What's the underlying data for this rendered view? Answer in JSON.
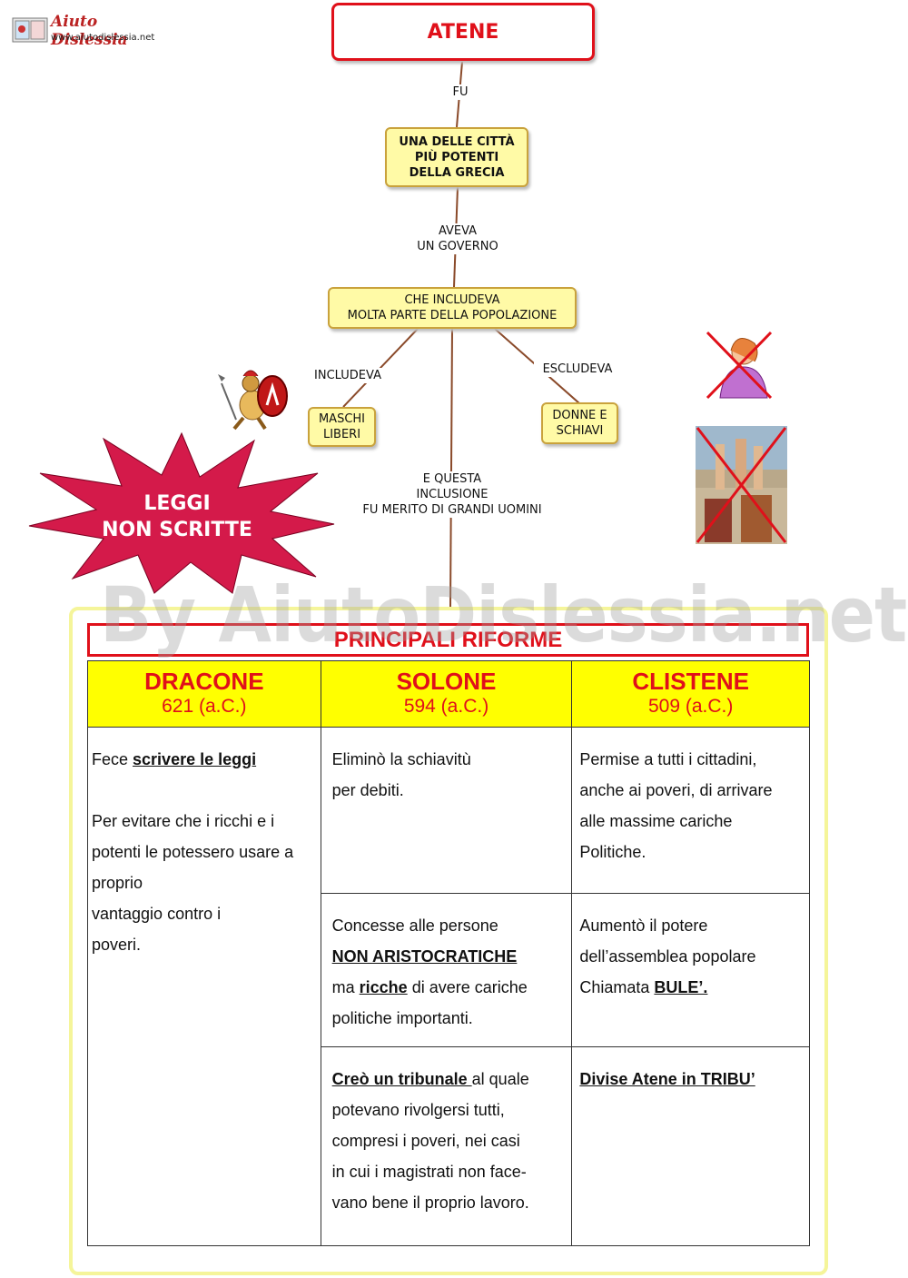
{
  "logo": {
    "name": "Aiuto Dislessia",
    "url": "www.aiutodislessia.net"
  },
  "watermark": "By AiutoDislessia.net",
  "map": {
    "title": "ATENE",
    "link_fu": "FU",
    "node1": "UNA DELLE CITTÀ\nPIÙ POTENTI\nDELLA GRECIA",
    "link_aveva": "AVEVA\nUN GOVERNO",
    "node2": "CHE INCLUDEVA\nMOLTA PARTE DELLA POPOLAZIONE",
    "link_includeva": "INCLUDEVA",
    "node_maschi": "MASCHI\nLIBERI",
    "link_escludeva": "ESCLUDEVA",
    "node_donne": "DONNE E\nSCHIAVI",
    "link_inclusione": "E QUESTA\nINCLUSIONE\nFU MERITO DI GRANDI UOMINI",
    "burst": "LEGGI\nNON SCRITTE"
  },
  "icons": {
    "warrior": "greek-warrior-icon",
    "woman": "crossed-woman-icon",
    "slaves": "crossed-slaves-icon"
  },
  "colors": {
    "accent_red": "#e0101a",
    "node_fill": "#fffaa6",
    "header_yellow": "#ffff00",
    "burst": "#d41a4a"
  },
  "reforms": {
    "title": "PRINCIPALI RIFORME",
    "columns": [
      {
        "name": "DRACONE",
        "date": "621 (a.C.)"
      },
      {
        "name": "SOLONE",
        "date": "594 (a.C.)"
      },
      {
        "name": "CLISTENE",
        "date": "509 (a.C.)"
      }
    ],
    "dracone": {
      "pre": "Fece ",
      "bold": "scrivere le leggi",
      "para2_l1": "Per evitare che i ricchi e i",
      "para2_l2": "potenti le potessero usare a",
      "para2_l3": "proprio",
      "para2_l4": "vantaggio contro i",
      "para2_l5": "poveri."
    },
    "solone_1": {
      "l1": "Eliminò la schiavitù",
      "l2": "per debiti."
    },
    "solone_2": {
      "l1": "Concesse alle persone",
      "l2": "NON ARISTOCRATICHE",
      "l3_pre": "ma ",
      "l3_bold": "ricche",
      "l3_post": " di avere cariche",
      "l4": "politiche importanti."
    },
    "solone_3": {
      "bold": "Creò un tribunale ",
      "post": "al quale",
      "l2": "potevano rivolgersi tutti,",
      "l3": "compresi i poveri, nei casi",
      "l4": "in cui i magistrati non face-",
      "l5": "vano bene il proprio lavoro."
    },
    "clistene_1": {
      "l1": "Permise a tutti i cittadini,",
      "l2": "anche ai poveri, di arrivare",
      "l3": "alle massime cariche",
      "l4": "Politiche."
    },
    "clistene_2": {
      "l1": "Aumentò il potere",
      "l2": "dell’assemblea popolare",
      "l3_pre": "Chiamata ",
      "l3_bold": "BULE’."
    },
    "clistene_3": {
      "bold": "Divise Atene in TRIBU’"
    }
  }
}
